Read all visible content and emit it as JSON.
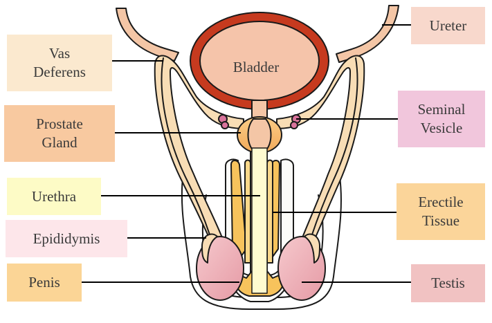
{
  "labels": {
    "vas_deferens": "Vas\nDeferens",
    "prostate_gland": "Prostate\nGland",
    "urethra": "Urethra",
    "epididymis": "Epididymis",
    "penis": "Penis",
    "ureter": "Ureter",
    "seminal_vesicle": "Seminal\nVesicle",
    "erectile_tissue": "Erectile\nTissue",
    "testis": "Testis",
    "bladder": "Bladder"
  },
  "colors": {
    "vas_deferens_box": "#fbe9cf",
    "prostate_box": "#f8c9a0",
    "urethra_box": "#fdfbc6",
    "epididymis_box": "#fde6ea",
    "penis_box": "#fbd596",
    "ureter_box": "#f8d8cc",
    "seminal_box": "#f1c6dc",
    "erectile_box": "#fbd59a",
    "testis_box": "#f1c2c2",
    "bladder_wall": "#c63a1f",
    "bladder_fill": "#f5c4aa",
    "tube": "#f4c6a6",
    "vas_tube": "#f8ddb5",
    "erectile_fill": "#f7c35c",
    "testis_fill": "#eeb2b9",
    "seminal_fill": "#d9739b",
    "urethra_fill": "#fffbd0",
    "outline": "#1a1a1a"
  }
}
